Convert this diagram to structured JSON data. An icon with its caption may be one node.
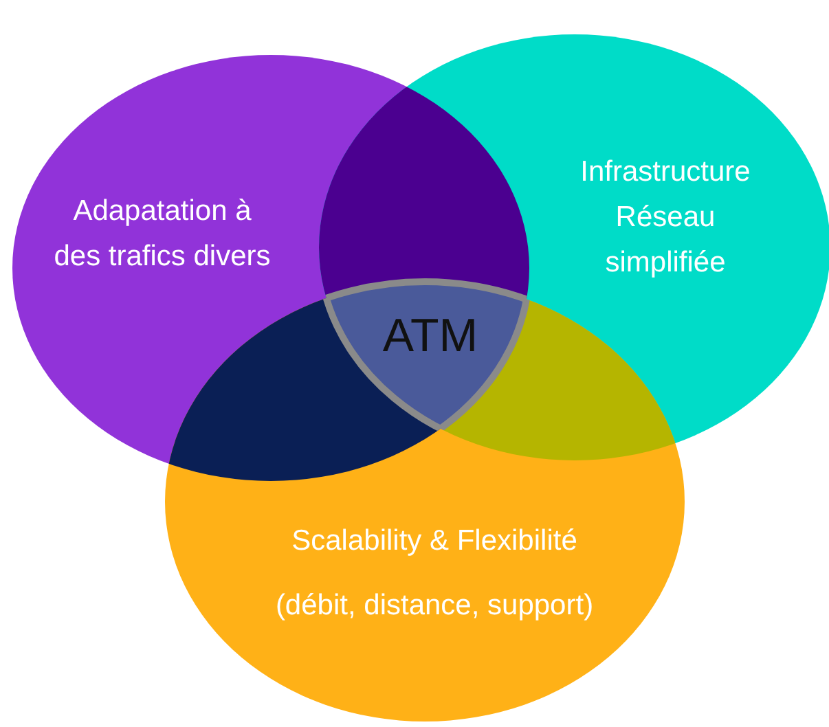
{
  "diagram": {
    "nodes": [
      {
        "text": [
          "Adapatation à des trafics divers"
        ]
      },
      {
        "text": [
          "Infrastructure Réseau simplifiée"
        ]
      },
      {
        "text": [
          "Scalability & Flexibilité",
          "(débit, distance, support)"
        ]
      },
      {
        "text": [
          "ATM"
        ]
      }
    ]
  }
}
